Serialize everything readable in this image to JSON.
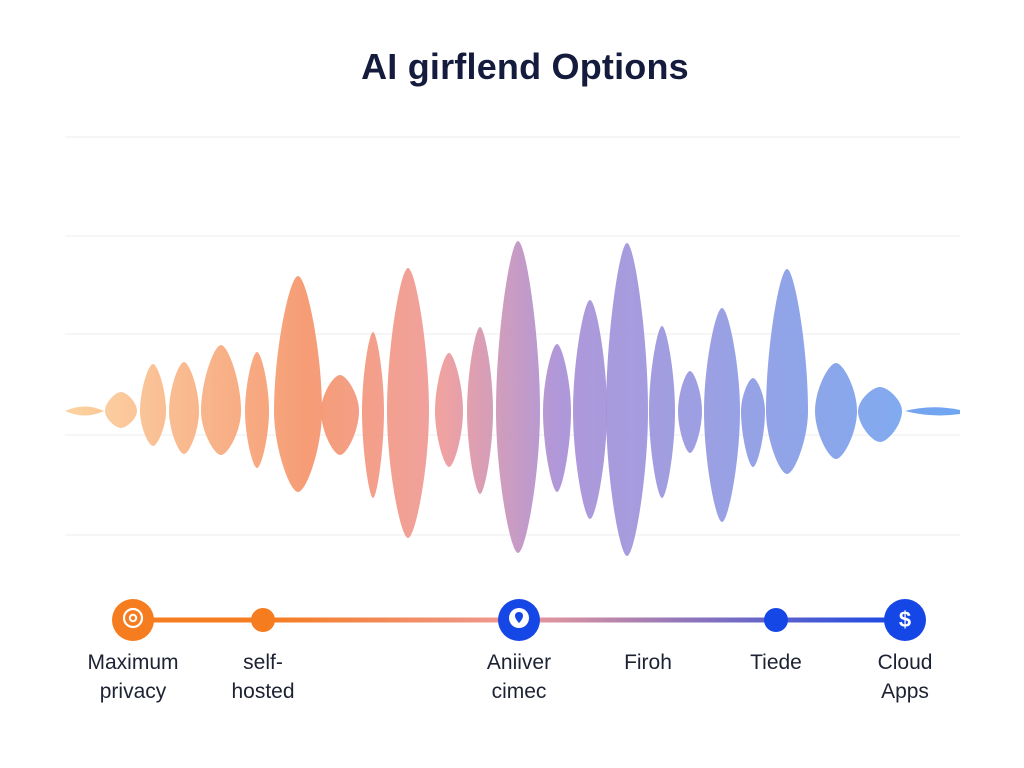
{
  "title": "AI girflend Options",
  "colors": {
    "orange": "#f57c1f",
    "blue": "#1546e6",
    "wave_start": "#fcd3a1",
    "wave_orange": "#f5946a",
    "wave_pink": "#ef9a98",
    "wave_purple": "#a98fd6",
    "wave_blue": "#6ea6f2",
    "grid": "#eeeeee"
  },
  "stops": [
    {
      "lines": [
        "Maximum",
        "privacy"
      ],
      "icon": "privacy-icon",
      "style": "big",
      "color": "#f57c1f"
    },
    {
      "lines": [
        "self-",
        "hosted"
      ],
      "icon": "",
      "style": "small",
      "color": "#f57c1f"
    },
    {
      "lines": [
        "Aniiver",
        "cimec"
      ],
      "icon": "pin-icon",
      "style": "big",
      "color": "#1546e6"
    },
    {
      "lines": [
        "Firoh",
        ""
      ],
      "icon": "",
      "style": "none",
      "color": "#1546e6"
    },
    {
      "lines": [
        "Tiede",
        ""
      ],
      "icon": "",
      "style": "small",
      "color": "#1546e6"
    },
    {
      "lines": [
        "Cloud",
        "Apps"
      ],
      "icon": "dollar-icon",
      "style": "big",
      "color": "#1546e6",
      "glyph": "$"
    }
  ]
}
